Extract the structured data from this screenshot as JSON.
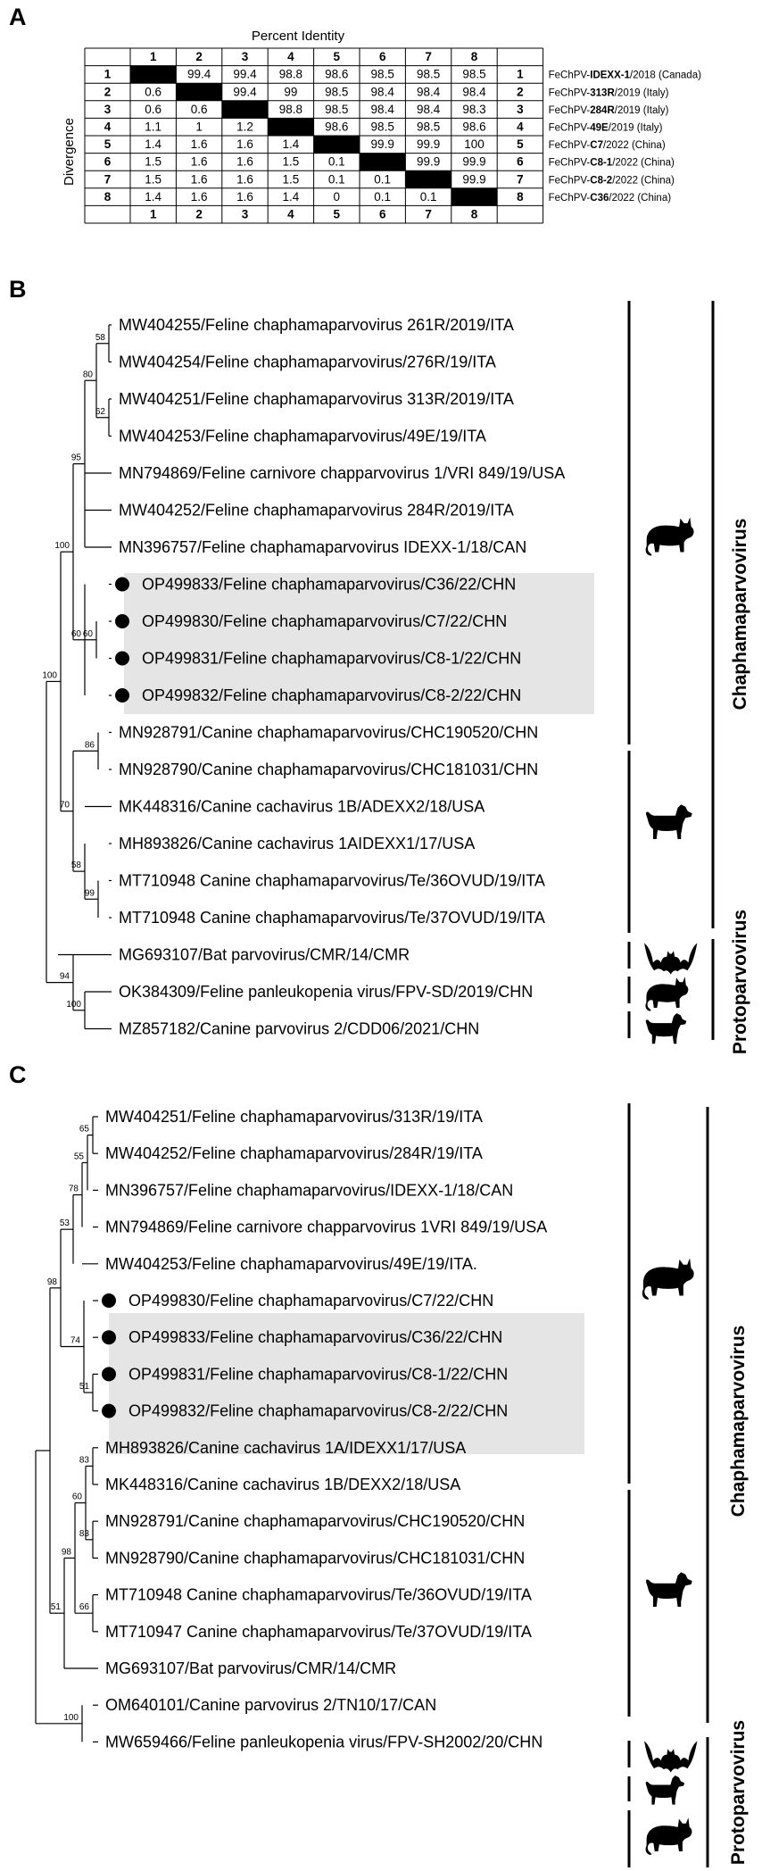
{
  "panel_a": {
    "label": "A",
    "top_title": "Percent Identity",
    "side_title": "Divergence",
    "headers": [
      "1",
      "2",
      "3",
      "4",
      "5",
      "6",
      "7",
      "8"
    ],
    "rows": [
      [
        "",
        "99.4",
        "99.4",
        "98.8",
        "98.6",
        "98.5",
        "98.5",
        "98.5"
      ],
      [
        "0.6",
        "",
        "99.4",
        "99",
        "98.5",
        "98.4",
        "98.4",
        "98.4"
      ],
      [
        "0.6",
        "0.6",
        "",
        "98.8",
        "98.5",
        "98.4",
        "98.4",
        "98.3"
      ],
      [
        "1.1",
        "1",
        "1.2",
        "",
        "98.6",
        "98.5",
        "98.5",
        "98.6"
      ],
      [
        "1.4",
        "1.6",
        "1.6",
        "1.4",
        "",
        "99.9",
        "99.9",
        "100"
      ],
      [
        "1.5",
        "1.6",
        "1.6",
        "1.5",
        "0.1",
        "",
        "99.9",
        "99.9"
      ],
      [
        "1.5",
        "1.6",
        "1.6",
        "1.5",
        "0.1",
        "0.1",
        "",
        "99.9"
      ],
      [
        "1.4",
        "1.6",
        "1.6",
        "1.4",
        "0",
        "0.1",
        "0.1",
        ""
      ]
    ],
    "viruses": [
      {
        "pre": "FeChPV-",
        "bold": "IDEXX-1",
        "post": "/2018 (Canada)"
      },
      {
        "pre": "FeChPV-",
        "bold": "313R",
        "post": "/2019 (Italy)"
      },
      {
        "pre": "FeChPV-",
        "bold": "284R",
        "post": "/2019 (Italy)"
      },
      {
        "pre": "FeChPV-",
        "bold": "49E",
        "post": "/2019 (Italy)"
      },
      {
        "pre": "FeChPV-",
        "bold": "C7",
        "post": "/2022 (China)"
      },
      {
        "pre": "FeChPV-",
        "bold": "C8-1",
        "post": "/2022 (China)"
      },
      {
        "pre": "FeChPV-",
        "bold": "C8-2",
        "post": "/2022 (China)"
      },
      {
        "pre": "FeChPV-",
        "bold": "C36",
        "post": "/2022 (China)"
      }
    ]
  },
  "panel_b": {
    "label": "B",
    "leaves": [
      "MW404255/Feline chaphamaparvovirus 261R/2019/ITA",
      "MW404254/Feline chaphamaparvovirus/276R/19/ITA",
      "MW404251/Feline chaphamaparvovirus 313R/2019/ITA",
      "MW404253/Feline chaphamaparvovirus/49E/19/ITA",
      "MN794869/Feline carnivore chapparvovirus 1/VRI 849/19/USA",
      "MW404252/Feline chaphamaparvovirus 284R/2019/ITA",
      "MN396757/Feline chaphamaparvovirus IDEXX-1/18/CAN",
      "OP499833/Feline chaphamaparvovirus/C36/22/CHN",
      "OP499830/Feline chaphamaparvovirus/C7/22/CHN",
      "OP499831/Feline chaphamaparvovirus/C8-1/22/CHN",
      "OP499832/Feline chaphamaparvovirus/C8-2/22/CHN",
      "MN928791/Canine chaphamaparvovirus/CHC190520/CHN",
      "MN928790/Canine chaphamaparvovirus/CHC181031/CHN",
      "MK448316/Canine cachavirus 1B/ADEXX2/18/USA",
      "MH893826/Canine cachavirus 1AIDEXX1/17/USA",
      "MT710948 Canine chaphamaparvovirus/Te/36OVUD/19/ITA",
      "MT710948 Canine chaphamaparvovirus/Te/37OVUD/19/ITA",
      "MG693107/Bat parvovirus/CMR/14/CMR",
      "OK384309/Feline panleukopenia virus/FPV-SD/2019/CHN",
      "MZ857182/Canine parvovirus 2/CDD06/2021/CHN"
    ],
    "bootstrap": [
      "58",
      "80",
      "62",
      "95",
      "100",
      "60",
      "60",
      "100",
      "86",
      "100",
      "70",
      "58",
      "99",
      "94",
      "100"
    ],
    "genus_top": "Chaphamaparvovirus",
    "genus_bottom": "Protoparvovirus"
  },
  "panel_c": {
    "label": "C",
    "leaves": [
      "MW404251/Feline chaphamaparvovirus/313R/19/ITA",
      "MW404252/Feline chaphamaparvovirus/284R/19/ITA",
      "MN396757/Feline chaphamaparvovirus/IDEXX-1/18/CAN",
      "MN794869/Feline carnivore chapparvovirus 1VRI 849/19/USA",
      "MW404253/Feline chaphamaparvovirus/49E/19/ITA.",
      "OP499830/Feline chaphamaparvovirus/C7/22/CHN",
      "OP499833/Feline chaphamaparvovirus/C36/22/CHN",
      "OP499831/Feline chaphamaparvovirus/C8-1/22/CHN",
      "OP499832/Feline chaphamaparvovirus/C8-2/22/CHN",
      "MH893826/Canine cachavirus 1A/IDEXX1/17/USA",
      "MK448316/Canine cachavirus 1B/DEXX2/18/USA",
      "MN928791/Canine chaphamaparvovirus/CHC190520/CHN",
      "MN928790/Canine chaphamaparvovirus/CHC181031/CHN",
      "MT710948 Canine chaphamaparvovirus/Te/36OVUD/19/ITA",
      "MT710947 Canine chaphamaparvovirus/Te/37OVUD/19/ITA",
      "MG693107/Bat parvovirus/CMR/14/CMR",
      "OM640101/Canine parvovirus 2/TN10/17/CAN",
      "MW659466/Feline panleukopenia virus/FPV-SH2002/20/CHN"
    ],
    "bootstrap": [
      "65",
      "55",
      "78",
      "53",
      "98",
      "74",
      "51",
      "83",
      "60",
      "83",
      "98",
      "66",
      "51",
      "100"
    ],
    "genus_top": "Chaphamaparvovirus",
    "genus_bottom": "Protoparvovirus"
  },
  "icons": [
    "cat-icon",
    "dog-icon",
    "bat-icon"
  ]
}
